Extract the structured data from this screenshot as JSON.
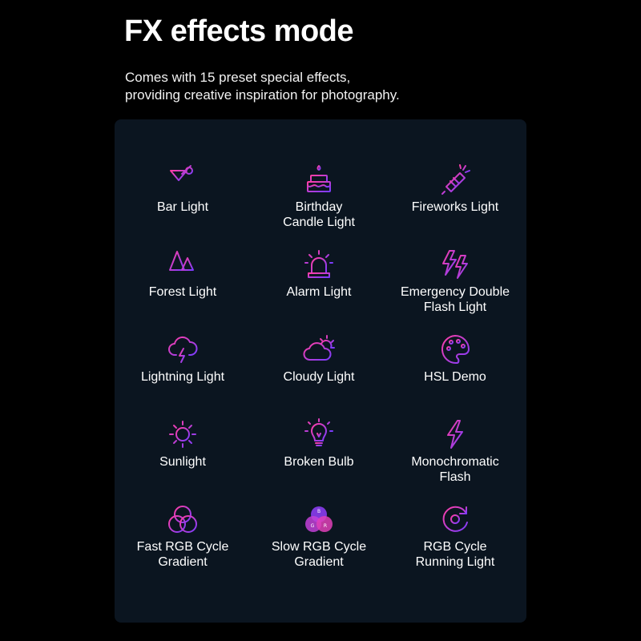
{
  "header": {
    "title": "FX effects mode",
    "subtitle_lines": [
      "Comes with 15 preset special effects,",
      "providing creative inspiration for photography."
    ]
  },
  "colors": {
    "background": "#000000",
    "panel": "#0b1520",
    "icon_gradient_start": "#ff3ea5",
    "icon_gradient_end": "#7a3cff"
  },
  "effects": [
    {
      "label": "Bar Light",
      "icon": "cocktail-icon"
    },
    {
      "label": "Birthday\nCandle Light",
      "icon": "birthday-cake-icon"
    },
    {
      "label": "Fireworks Light",
      "icon": "firework-rocket-icon"
    },
    {
      "label": "Forest Light",
      "icon": "forest-trees-icon"
    },
    {
      "label": "Alarm Light",
      "icon": "alarm-beacon-icon"
    },
    {
      "label": "Emergency Double\nFlash Light",
      "icon": "double-lightning-icon"
    },
    {
      "label": "Lightning Light",
      "icon": "storm-cloud-icon"
    },
    {
      "label": "Cloudy Light",
      "icon": "cloud-sun-icon"
    },
    {
      "label": "HSL Demo",
      "icon": "palette-icon"
    },
    {
      "label": "Sunlight",
      "icon": "sun-icon"
    },
    {
      "label": "Broken Bulb",
      "icon": "light-bulb-icon"
    },
    {
      "label": "Monochromatic\nFlash",
      "icon": "lightning-bolt-icon"
    },
    {
      "label": "Fast RGB Cycle\nGradient",
      "icon": "rgb-circles-outline-icon"
    },
    {
      "label": "Slow RGB Cycle\nGradient",
      "icon": "rgb-circles-filled-icon"
    },
    {
      "label": "RGB Cycle\nRunning Light",
      "icon": "cycle-refresh-icon"
    }
  ]
}
